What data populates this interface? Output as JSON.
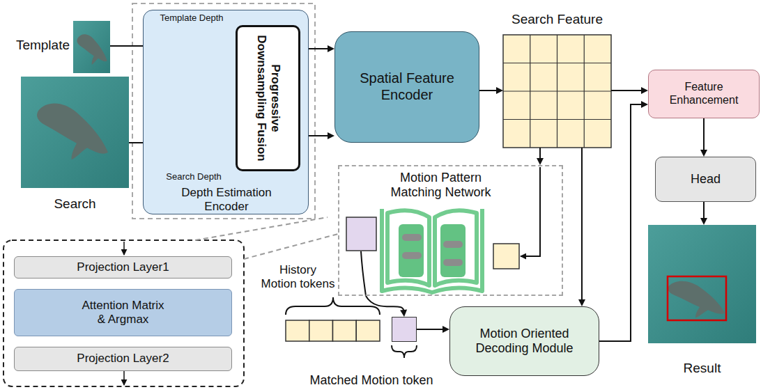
{
  "diagram": {
    "nodes": [
      {
        "text": [
          "Template"
        ]
      },
      {
        "text": [
          "Search"
        ]
      },
      {
        "text": [
          "Depth Estimation Encoder"
        ]
      },
      {
        "text": [
          "Template Depth"
        ],
        "in": 2
      },
      {
        "text": [
          "Search Depth"
        ],
        "in": 2
      },
      {
        "text": [
          "Progressive Downsampling Fusion"
        ],
        "in": 2
      },
      {
        "text": [
          "Spatial Feature Encoder"
        ]
      },
      {
        "text": [
          "Search Feature"
        ]
      },
      {
        "text": [
          "Feature Enhancement"
        ]
      },
      {
        "text": [
          "Head"
        ]
      },
      {
        "text": [
          "Result"
        ]
      },
      {
        "text": [
          "Motion Pattern Matching Network"
        ]
      },
      {
        "text": [
          "History Motion tokens"
        ]
      },
      {
        "text": [
          "Matched Motion token"
        ]
      },
      {
        "text": [
          "Motion Oriented Decoding Module"
        ]
      },
      {
        "text": [
          "Projection Layer1"
        ]
      },
      {
        "text": [
          "Attention Matrix & Argmax"
        ]
      },
      {
        "text": [
          "Projection Layer2"
        ]
      }
    ],
    "edges": [
      {
        "from": 0,
        "to": 3,
        "arrow": "to"
      },
      {
        "from": 0,
        "to": 5,
        "arrow": "to"
      },
      {
        "from": 3,
        "to": 5,
        "arrow": "to"
      },
      {
        "from": 1,
        "to": 4,
        "arrow": "to"
      },
      {
        "from": 1,
        "to": 5,
        "arrow": "to"
      },
      {
        "from": 4,
        "to": 5,
        "arrow": "to"
      },
      {
        "from": 5,
        "to": 6,
        "arrow": "to"
      },
      {
        "from": 5,
        "to": 6,
        "arrow": "to"
      },
      {
        "from": 6,
        "to": 7,
        "arrow": "to"
      },
      {
        "from": 7,
        "to": 8,
        "arrow": "to"
      },
      {
        "from": 8,
        "to": 9,
        "arrow": "to"
      },
      {
        "from": 9,
        "to": 10,
        "arrow": "to"
      },
      {
        "from": 7,
        "to": 11,
        "arrow": "to"
      },
      {
        "from": 11,
        "to": 13,
        "arrow": "to"
      },
      {
        "from": 13,
        "to": 14,
        "arrow": "to"
      },
      {
        "from": 7,
        "to": 14,
        "arrow": "to"
      },
      {
        "from": 14,
        "to": 8,
        "arrow": "to"
      }
    ]
  }
}
